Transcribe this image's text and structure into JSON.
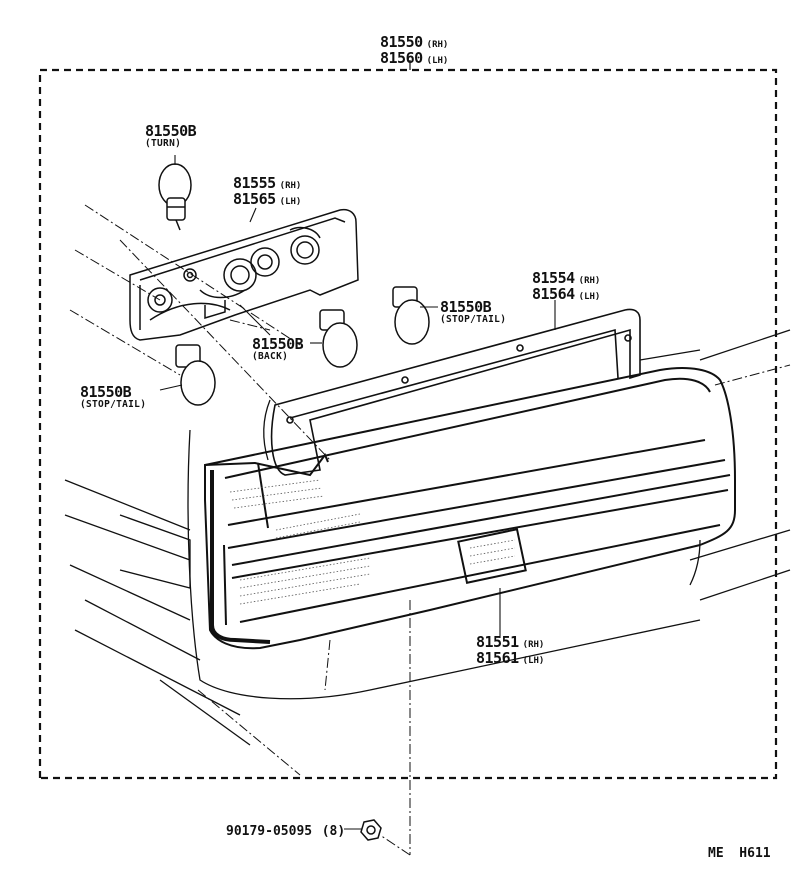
{
  "diagram": {
    "callouts": {
      "assembly": {
        "rh": {
          "number": "81550",
          "side": "(RH)"
        },
        "lh": {
          "number": "81560",
          "side": "(LH)"
        }
      },
      "bulb_turn": {
        "number": "81550B",
        "note": "(TURN)"
      },
      "socket_plate": {
        "rh": {
          "number": "81555",
          "side": "(RH)"
        },
        "lh": {
          "number": "81565",
          "side": "(LH)"
        }
      },
      "gasket": {
        "rh": {
          "number": "81554",
          "side": "(RH)"
        },
        "lh": {
          "number": "81564",
          "side": "(LH)"
        }
      },
      "bulb_stop_tail_right": {
        "number": "81550B",
        "note": "(STOP/TAIL)"
      },
      "bulb_back": {
        "number": "81550B",
        "note": "(BACK)"
      },
      "bulb_stop_tail_left": {
        "number": "81550B",
        "note": "(STOP/TAIL)"
      },
      "lens_body": {
        "rh": {
          "number": "81551",
          "side": "(RH)"
        },
        "lh": {
          "number": "81561",
          "side": "(LH)"
        }
      },
      "nut": {
        "number": "90179-05095",
        "qty": "(8)"
      }
    },
    "footer_code": "ME  H611"
  }
}
